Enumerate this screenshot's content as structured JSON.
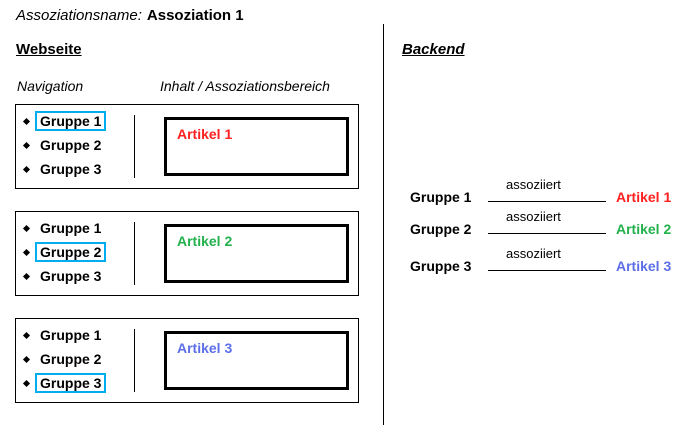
{
  "header": {
    "label": "Assoziationsname:",
    "value": "Assoziation 1"
  },
  "webseite": {
    "heading": "Webseite",
    "captions": {
      "navigation": "Navigation",
      "inhalt": "Inhalt / Assoziationsbereich"
    },
    "panels": [
      {
        "nav_items": [
          {
            "label": "Gruppe 1",
            "selected": true
          },
          {
            "label": "Gruppe 2",
            "selected": false
          },
          {
            "label": "Gruppe 3",
            "selected": false
          }
        ],
        "article": {
          "title": "Artikel 1",
          "color": "#FF2020"
        }
      },
      {
        "nav_items": [
          {
            "label": "Gruppe 1",
            "selected": false
          },
          {
            "label": "Gruppe 2",
            "selected": true
          },
          {
            "label": "Gruppe 3",
            "selected": false
          }
        ],
        "article": {
          "title": "Artikel 2",
          "color": "#22B14C"
        }
      },
      {
        "nav_items": [
          {
            "label": "Gruppe 1",
            "selected": false
          },
          {
            "label": "Gruppe 2",
            "selected": false
          },
          {
            "label": "Gruppe 3",
            "selected": true
          }
        ],
        "article": {
          "title": "Artikel 3",
          "color": "#5C6FE8"
        }
      }
    ]
  },
  "backend": {
    "heading": "Backend",
    "rows": [
      {
        "left": "Gruppe 1",
        "verb": "assoziiert",
        "right": "Artikel 1",
        "right_color": "#FF2020"
      },
      {
        "left": "Gruppe 2",
        "verb": "assoziiert",
        "right": "Artikel 2",
        "right_color": "#22B14C"
      },
      {
        "left": "Gruppe 3",
        "verb": "assoziiert",
        "right": "Artikel 3",
        "right_color": "#5C6FE8"
      }
    ]
  },
  "colors": {
    "selection_outline": "#00AEEF",
    "article_1": "#FF2020",
    "article_2": "#22B14C",
    "article_3": "#5C6FE8",
    "stroke": "#000000",
    "background": "#FFFFFF"
  }
}
